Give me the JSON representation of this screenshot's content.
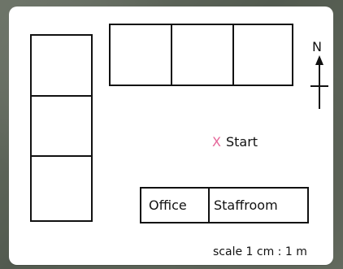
{
  "map": {
    "start_marker": "X",
    "start_label": "Start",
    "north_label": "N",
    "scale_label": "scale 1 cm : 1 m",
    "rooms": {
      "office": "Office",
      "staffroom": "Staffroom"
    }
  },
  "colors": {
    "background": "#5d6458",
    "paper": "#ffffff",
    "lines": "#111111",
    "start_marker": "#e6679a"
  },
  "icons": {
    "compass": "north-arrow-icon"
  }
}
